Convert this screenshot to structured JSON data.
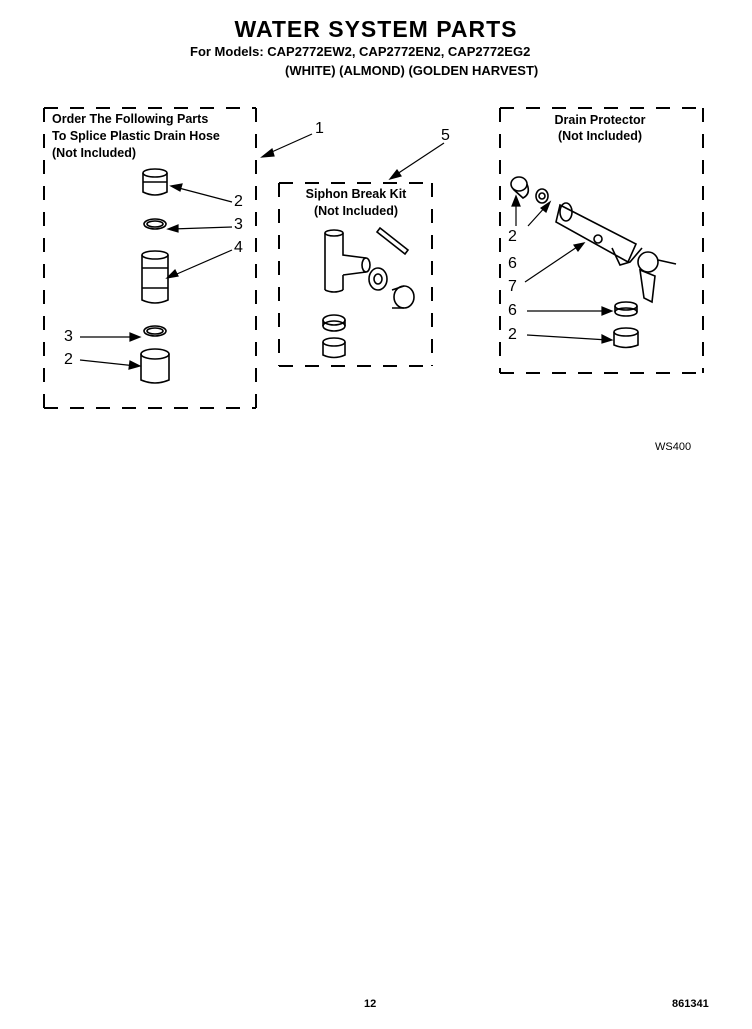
{
  "header": {
    "title": "WATER SYSTEM PARTS",
    "models_line": "For Models: CAP2772EW2, CAP2772EN2, CAP2772EG2",
    "colors_line": "(WHITE)   (ALMOND)  (GOLDEN HARVEST)"
  },
  "boxes": {
    "splice": {
      "line1": "Order The Following Parts",
      "line2": "To Splice Plastic Drain Hose",
      "line3": "(Not Included)"
    },
    "siphon": {
      "line1": "Siphon Break Kit",
      "line2": "(Not Included)"
    },
    "drain": {
      "line1": "Drain Protector",
      "line2": "(Not Included)"
    }
  },
  "callouts": {
    "c1": "1",
    "c2a": "2",
    "c3a": "3",
    "c4": "4",
    "c3b": "3",
    "c2b": "2",
    "c5": "5",
    "d2a": "2",
    "d6a": "6",
    "d7": "7",
    "d6b": "6",
    "d2b": "2"
  },
  "footer": {
    "drawing_code": "WS400",
    "page_number": "12",
    "part_number": "861341"
  }
}
